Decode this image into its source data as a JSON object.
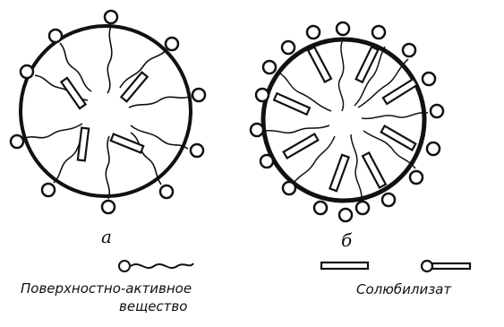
{
  "figure": {
    "label_a": "а",
    "label_b": "б"
  },
  "legend": {
    "surfactant_line1": "Поверхностно-активное",
    "surfactant_line2": "вещество",
    "solubilizate": "Солюбилизат"
  },
  "colors": {
    "ink": "#111111",
    "background": "#ffffff"
  }
}
